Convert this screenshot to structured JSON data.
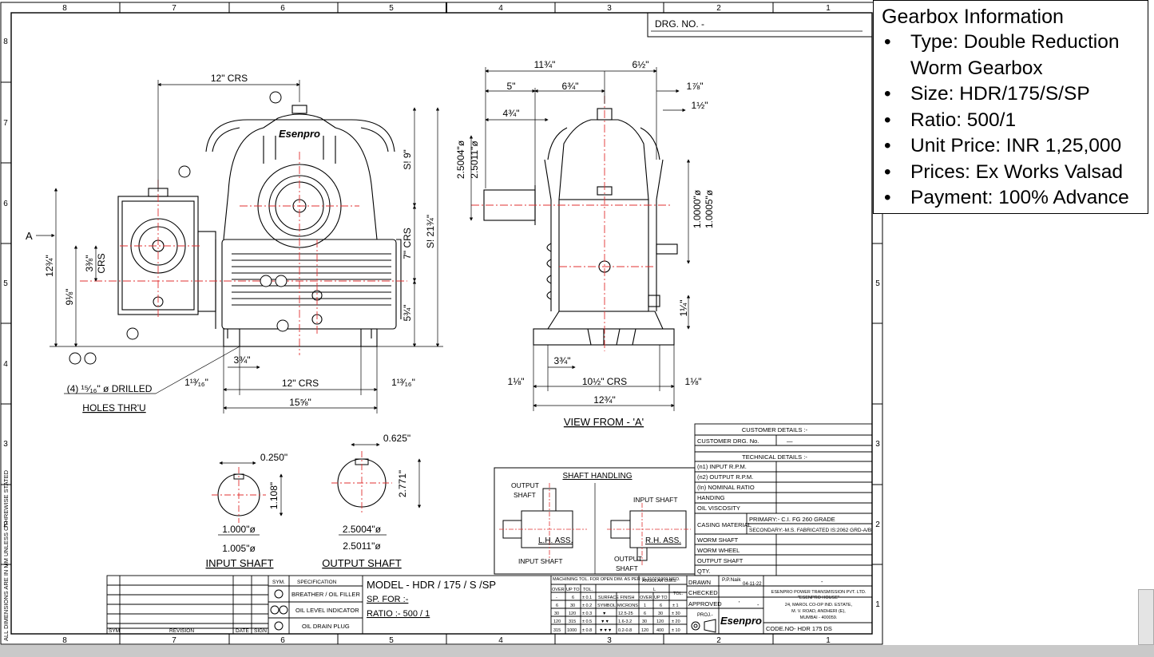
{
  "info": {
    "title": "Gearbox Information",
    "items": [
      "Type: Double Reduction Worm Gearbox",
      "Size: HDR/175/S/SP",
      "Ratio: 500/1",
      "Unit Price: INR 1,25,000",
      "Prices: Ex Works Valsad",
      "Payment: 100% Advance"
    ]
  },
  "drawing": {
    "drg_no": "DRG. NO. -",
    "border_cols": [
      "8",
      "7",
      "6",
      "5",
      "4",
      "3",
      "2",
      "1"
    ],
    "border_rows": [
      "8",
      "7",
      "6",
      "5",
      "4",
      "3",
      "2",
      "1"
    ],
    "side_note": "ALL DIMENSIONS ARE IN MM UNLESS OTHREWISE STATED",
    "front": {
      "arrow_label": "A",
      "dims": [
        "12\" CRS",
        "S! 9\"",
        "S! 21¾\"",
        "7\" CRS",
        "5¾\"",
        "12¾\"",
        "9⅛\"",
        "3⅜\"",
        "CRS",
        "3¾\"",
        "1¹³⁄₁₆\"",
        "12\" CRS",
        "1¹³⁄₁₆\"",
        "15⅝\""
      ],
      "hole_note_1": "(4) ¹⁵⁄₁₆\" ø DRILLED",
      "hole_note_2": "HOLES THR'U",
      "logo": "Esenpro"
    },
    "side": {
      "dims": [
        "11¾\"",
        "6½\"",
        "5\"",
        "6¾\"",
        "4¾\"",
        "1⅞\"",
        "1½\"",
        "2.5004\"ø",
        "2.5011\"ø",
        "1.0000\"ø",
        "1.0005\"ø",
        "1¼\"",
        "3¾\"",
        "1⅛\"",
        "10½\" CRS",
        "1⅛\"",
        "12¾\""
      ],
      "caption": "VIEW FROM - 'A'"
    },
    "input_shaft": {
      "w": "0.250\"",
      "h": "1.108\"",
      "d1": "1.000\"ø",
      "d2": "1.005\"ø",
      "caption": "INPUT SHAFT"
    },
    "output_shaft": {
      "w": "0.625\"",
      "h": "2.771\"",
      "d1": "2.5004\"ø",
      "d2": "2.5011\"ø",
      "caption": "OUTPUT SHAFT"
    },
    "shaft_handling": {
      "title": "SHAFT HANDLING",
      "output_1": "OUTPUT",
      "shaft_1": "SHAFT",
      "lh": "L.H. ASS.",
      "input_1": "INPUT SHAFT",
      "input_2": "INPUT SHAFT",
      "rh": "R.H. ASS.",
      "output_2": "OUTPUT",
      "shaft_2": "SHAFT"
    },
    "customer": {
      "title": "CUSTOMER DETAILS :-",
      "drg_label": "CUSTOMER DRG. No.",
      "drg_value": "—",
      "tech_title": "TECHNICAL DETAILS :-",
      "rows": [
        "(n1) INPUT R.P.M.",
        "(n2) OUTPUT R.P.M.",
        "(In) NOMINAL RATIO",
        "HANDING",
        "OIL VISCOSITY"
      ],
      "casing_label": "CASING MATERIAL",
      "casing_primary": "PRIMARY:-   C.I. FG 260 GRADE",
      "casing_secondary": "SECONDARY:-M.S. FABRICATED IS:2062 GRD-A/B",
      "rows2": [
        "WORM SHAFT",
        "WORM WHEEL",
        "OUTPUT SHAFT",
        "QTY."
      ]
    },
    "title_block": {
      "sym_head": "SYM.",
      "spec_head": "SPECIFICATION",
      "specs": [
        "BREATHER / OIL FILLER",
        "OIL LEVEL INDICATOR",
        "OIL DRAIN PLUG"
      ],
      "rev_sym": "SYM",
      "rev_revision": "REVISION",
      "rev_date": "DATE",
      "rev_sign": "SIGN",
      "model": "MODEL - HDR / 175 / S /SP",
      "sp_for": "SP. FOR :-",
      "ratio": "RATIO :-  500 / 1",
      "tol_note": "MACHINING TOL. FOR  OPEN DIM. AS PER IS-2102/1969 MED.",
      "tol_head": [
        "OVER",
        "UP TO",
        "TOL."
      ],
      "tol_rows": [
        [
          "-",
          "6",
          "± 0.1"
        ],
        [
          "6",
          "30",
          "± 0.2"
        ],
        [
          "30",
          "120",
          "± 0.3"
        ],
        [
          "120",
          "315",
          "± 0.5"
        ],
        [
          "315",
          "1000",
          "± 0.8"
        ]
      ],
      "sf_head": [
        "SYMBOL",
        "MICRONS"
      ],
      "sf_title": "SURFACE FINISH",
      "sf_rows": [
        [
          "▼",
          "12.5-25"
        ],
        [
          "▼▼",
          "1.6-3.2"
        ],
        [
          "▼▼▼",
          "0.2-0.8"
        ]
      ],
      "ang_title": "ANGULAR DIMS.",
      "ang_l": "L",
      "ang_tol": "TOL.",
      "ang_head": [
        "OVER",
        "UP TO"
      ],
      "ang_rows": [
        [
          "1",
          "6",
          "± 1"
        ],
        [
          "6",
          "30",
          "± 30"
        ],
        [
          "30",
          "120",
          "± 20"
        ],
        [
          "120",
          "400",
          "± 10"
        ]
      ],
      "drawn": "DRAWN",
      "drawn_by": "P.P.Naik",
      "drawn_date": "04-11-22",
      "checked": "CHECKED",
      "approved": "APPROVED",
      "proj": "PROJ.-",
      "company": [
        "ESENPRO POWER TRANSMISSION PVT. LTD.",
        "\"ESENPRO HOUSE\"",
        "24, MAROL CO-OP IND. ESTATE,",
        "M. V. ROAD, ANDHERI (E),",
        "MUMBAI - 400059."
      ],
      "code_no": "CODE.NO- HDR 175 DS",
      "dash": "-",
      "dash2": "'",
      "logo": "Esenpro"
    }
  }
}
